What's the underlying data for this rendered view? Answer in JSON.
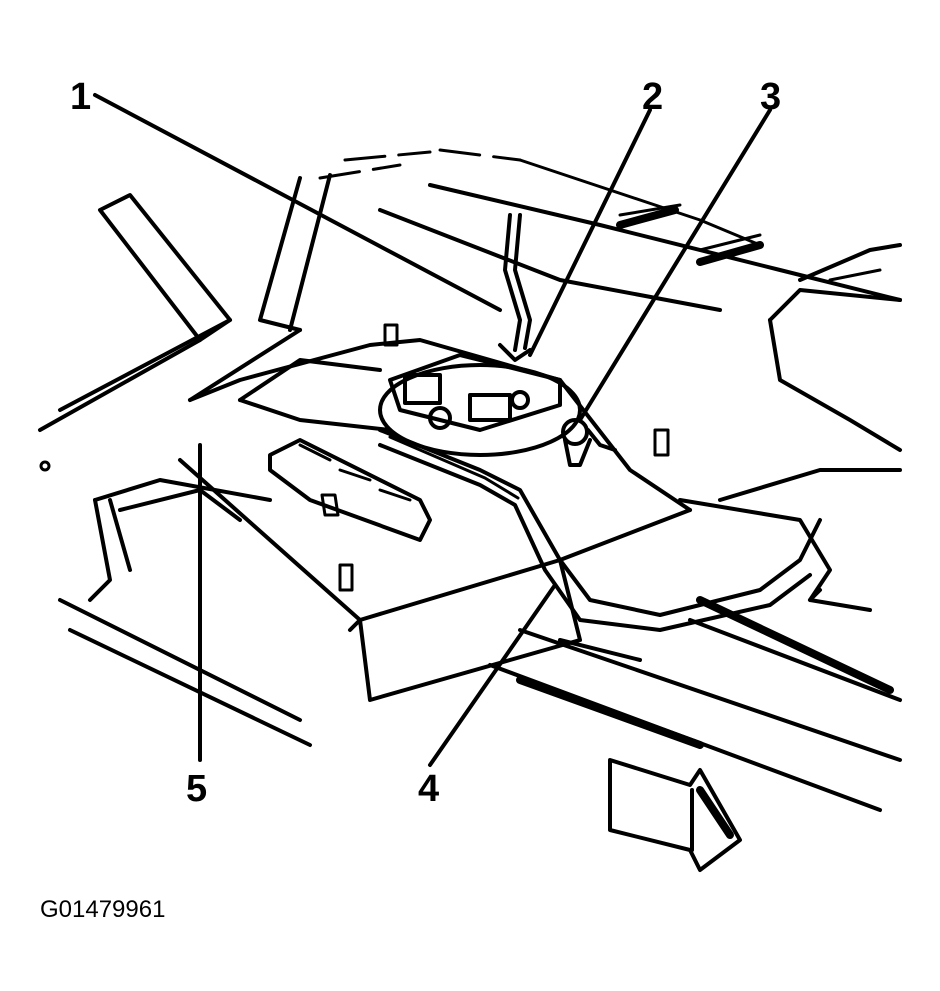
{
  "diagram": {
    "callouts": [
      {
        "id": "1",
        "label": "1"
      },
      {
        "id": "2",
        "label": "2"
      },
      {
        "id": "3",
        "label": "3"
      },
      {
        "id": "4",
        "label": "4"
      },
      {
        "id": "5",
        "label": "5"
      }
    ],
    "figure_id": "G01479961",
    "direction_arrow": "front-arrow-icon"
  }
}
